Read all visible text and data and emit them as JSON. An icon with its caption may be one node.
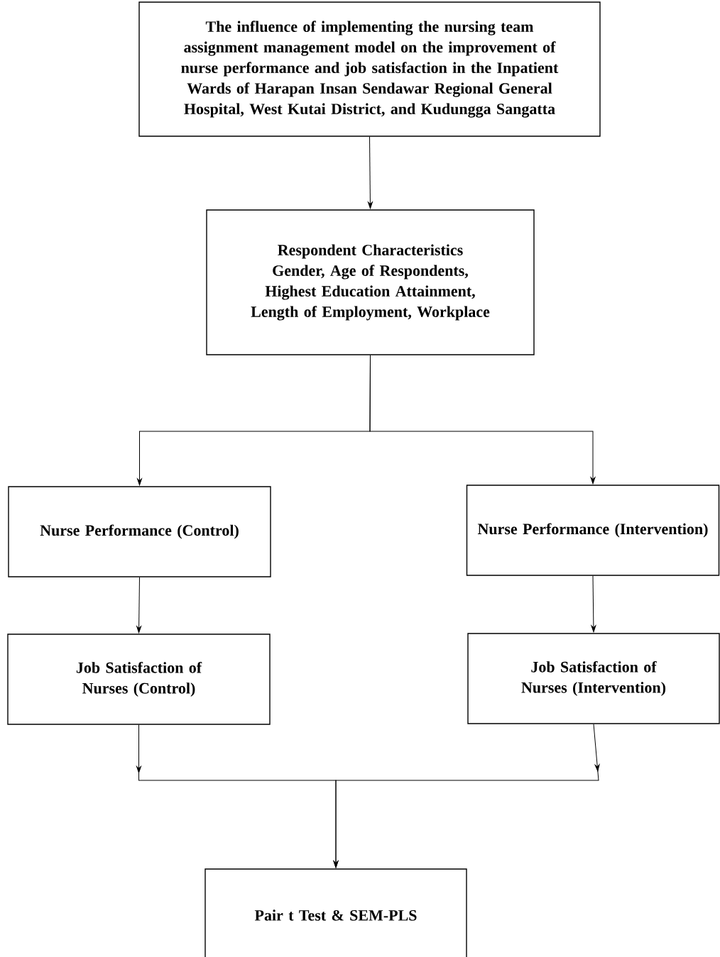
{
  "diagram": {
    "nodes": [
      {
        "text": [
          "The influence of implementing the nursing team assignment management model on the improvement of nurse performance and job satisfaction in the Inpatient Wards of Harapan Insan Sendawar Regional General Hospital, West Kutai District, and Kudungga Sangatta"
        ]
      },
      {
        "text": [
          "Respondent Characteristics",
          "Gender, Age of Respondents, Highest Education Attainment, Length of Employment, Workplace"
        ]
      },
      {
        "text": [
          "Nurse Performance (Control)"
        ]
      },
      {
        "text": [
          "Nurse Performance (Intervention)"
        ]
      },
      {
        "text": [
          "Job Satisfaction of Nurses (Control)"
        ]
      },
      {
        "text": [
          "Job Satisfaction of Nurses (Intervention)"
        ]
      },
      {
        "text": [
          "Pair t Test & SEM-PLS"
        ]
      }
    ],
    "edges": [
      {
        "from": 0,
        "to": 1,
        "arrow": "to"
      },
      {
        "from": 1,
        "to": 2,
        "arrow": "to"
      },
      {
        "from": 1,
        "to": 3,
        "arrow": "to"
      },
      {
        "from": 2,
        "to": 4,
        "arrow": "to"
      },
      {
        "from": 3,
        "to": 5,
        "arrow": "to"
      },
      {
        "from": 4,
        "to": 6,
        "arrow": "to"
      },
      {
        "from": 5,
        "to": 6,
        "arrow": "to"
      }
    ]
  }
}
